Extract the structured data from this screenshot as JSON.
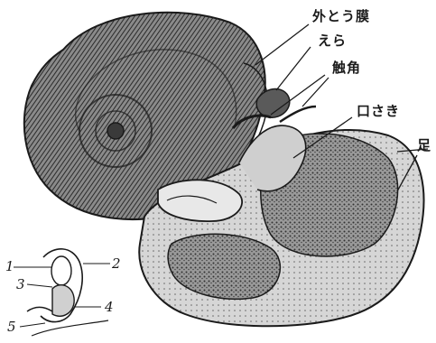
{
  "labels": {
    "mantle": "外とう膜",
    "gill": "えら",
    "tentacle": "触角",
    "mouth": "口さき",
    "foot": "足"
  },
  "inset_numbers": {
    "n1": "1",
    "n2": "2",
    "n3": "3",
    "n4": "4",
    "n5": "5"
  },
  "colors": {
    "ink": "#1a1a1a",
    "shell": "#4a4a4a",
    "body": "#6b6b6b",
    "paper": "#ffffff"
  }
}
